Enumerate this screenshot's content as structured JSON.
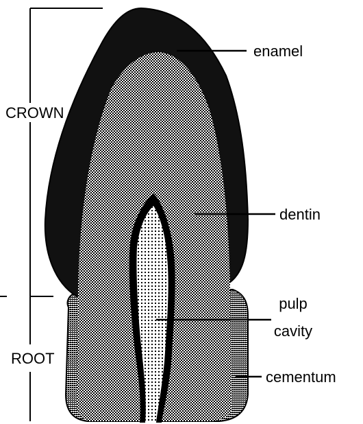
{
  "labels": {
    "crown": "CROWN",
    "root": "ROOT",
    "enamel": "enamel",
    "dentin": "dentin",
    "pulp_line1": "pulp",
    "pulp_line2": "cavity",
    "cementum": "cementum"
  },
  "colors": {
    "ink": "#000000",
    "paper": "#ffffff",
    "enamel_fill": "#111111"
  },
  "layers": [
    "enamel",
    "dentin",
    "pulp-cavity",
    "cementum"
  ]
}
